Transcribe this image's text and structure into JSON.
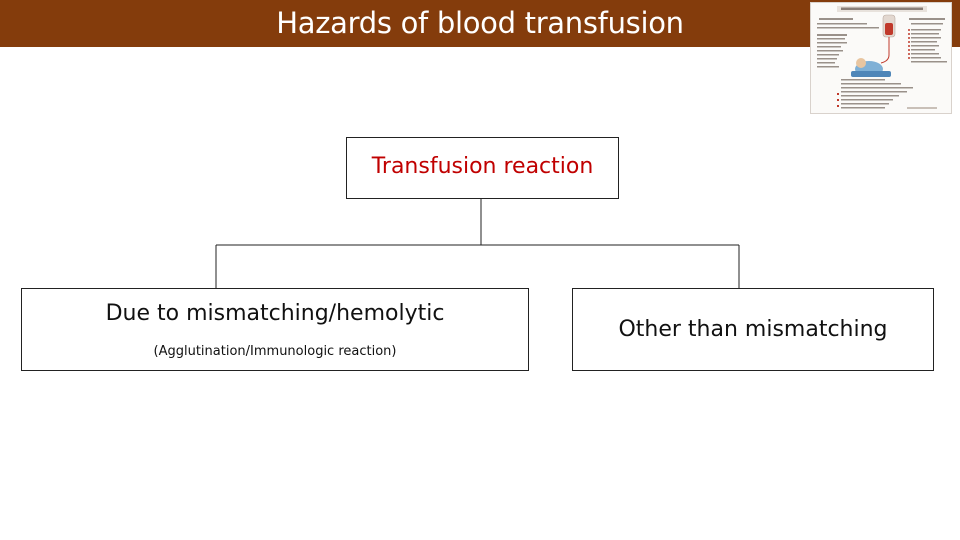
{
  "slide": {
    "title": "Hazards of blood transfusion"
  },
  "colors": {
    "title_bar": "#843c0c",
    "title_text": "#ffffff",
    "root_text": "#c00000",
    "node_text": "#111111",
    "border": "#222222"
  },
  "diagram": {
    "root": {
      "label": "Transfusion reaction"
    },
    "children": [
      {
        "label": "Due to mismatching/hemolytic",
        "sublabel": "(Agglutination/Immunologic reaction)"
      },
      {
        "label": "Other than mismatching"
      }
    ]
  },
  "thumbnail": {
    "icon": "blood-transfusion-reaction-infographic"
  }
}
